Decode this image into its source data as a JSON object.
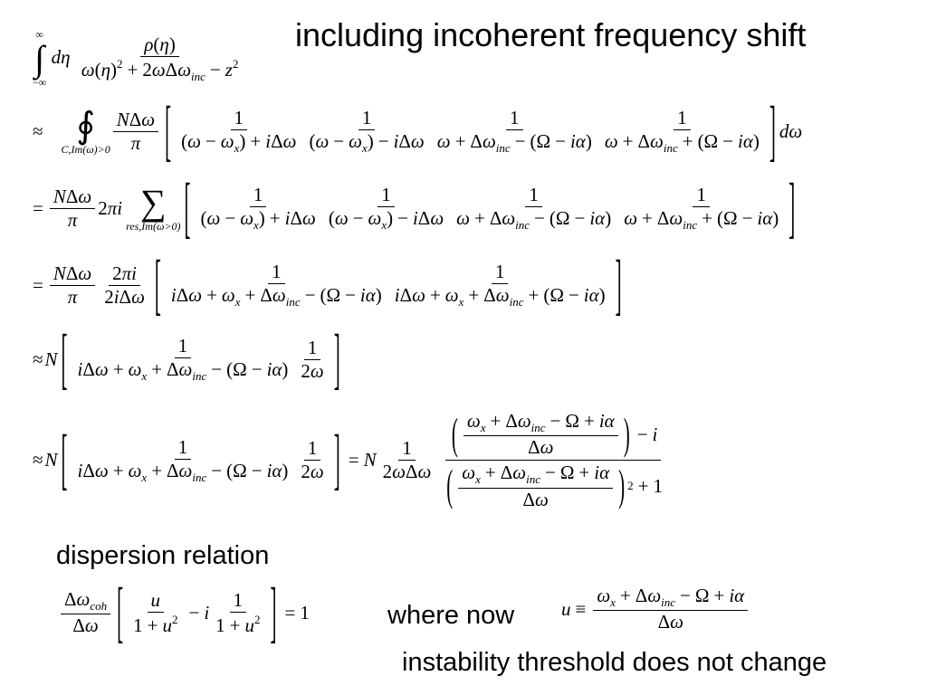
{
  "slide": {
    "title": "including incoherent frequency shift",
    "dispersion_label": "dispersion relation",
    "where_label": "where now",
    "threshold_note": "instability threshold does not change"
  },
  "equations": {
    "integral_upper": "∞",
    "integral_lower": "−∞",
    "contour_lower": "C,Im(ω)>0",
    "residue_lower": "res,Im(ω>0)"
  }
}
